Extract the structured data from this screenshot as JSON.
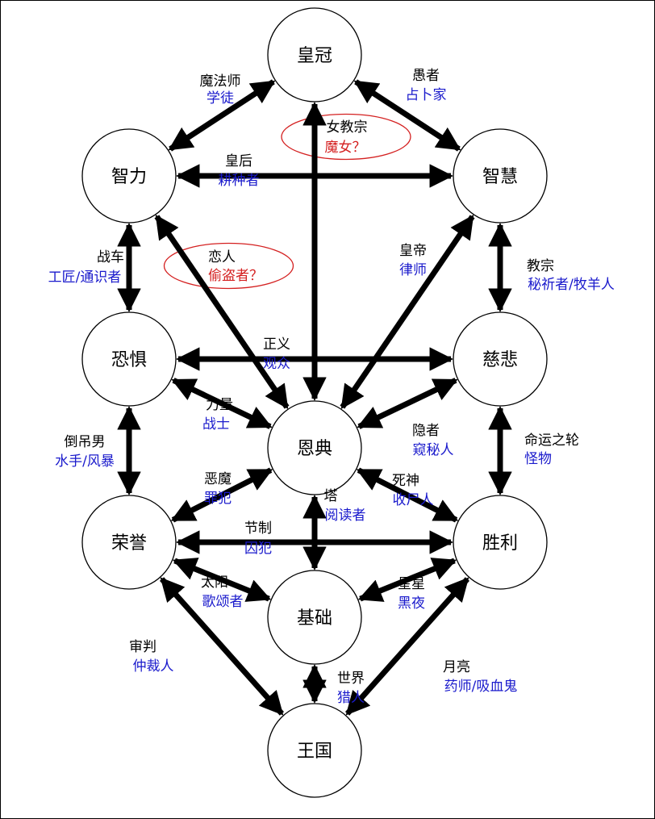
{
  "colors": {
    "edge": "#000000",
    "subtitle": "#1a1acc",
    "highlight": "#d42020"
  },
  "nodes": [
    {
      "id": "crown",
      "label": "皇冠"
    },
    {
      "id": "intellect",
      "label": "智力"
    },
    {
      "id": "wisdom",
      "label": "智慧"
    },
    {
      "id": "fear",
      "label": "恐惧"
    },
    {
      "id": "mercy",
      "label": "慈悲"
    },
    {
      "id": "grace",
      "label": "恩典"
    },
    {
      "id": "honor",
      "label": "荣誉"
    },
    {
      "id": "victory",
      "label": "胜利"
    },
    {
      "id": "foundation",
      "label": "基础"
    },
    {
      "id": "kingdom",
      "label": "王国"
    }
  ],
  "edges": [
    {
      "from": "crown",
      "to": "intellect",
      "name": "魔法师",
      "role": "学徒"
    },
    {
      "from": "crown",
      "to": "wisdom",
      "name": "愚者",
      "role": "占卜家"
    },
    {
      "from": "crown",
      "to": "grace",
      "name": "女教宗",
      "role": "魔女？",
      "highlighted": true
    },
    {
      "from": "intellect",
      "to": "wisdom",
      "name": "皇后",
      "role": "耕种者"
    },
    {
      "from": "intellect",
      "to": "fear",
      "name": "战车",
      "role": "工匠/通识者"
    },
    {
      "from": "intellect",
      "to": "grace",
      "name": "恋人",
      "role": "偷盗者？",
      "highlighted": true
    },
    {
      "from": "wisdom",
      "to": "grace",
      "name": "皇帝",
      "role": "律师"
    },
    {
      "from": "wisdom",
      "to": "mercy",
      "name": "教宗",
      "role": "秘祈者/牧羊人"
    },
    {
      "from": "fear",
      "to": "mercy",
      "name": "正义",
      "role": "观众"
    },
    {
      "from": "fear",
      "to": "grace",
      "name": "力量",
      "role": "战士"
    },
    {
      "from": "mercy",
      "to": "grace",
      "name": "隐者",
      "role": "窥秘人"
    },
    {
      "from": "fear",
      "to": "honor",
      "name": "倒吊男",
      "role": "水手/风暴"
    },
    {
      "from": "mercy",
      "to": "victory",
      "name": "命运之轮",
      "role": "怪物"
    },
    {
      "from": "honor",
      "to": "grace",
      "name": "恶魔",
      "role": "罪犯"
    },
    {
      "from": "victory",
      "to": "grace",
      "name": "死神",
      "role": "收尸人"
    },
    {
      "from": "grace",
      "to": "foundation",
      "name": "塔",
      "role": "阅读者"
    },
    {
      "from": "honor",
      "to": "victory",
      "name": "节制",
      "role": "囚犯"
    },
    {
      "from": "honor",
      "to": "foundation",
      "name": "太阳",
      "role": "歌颂者"
    },
    {
      "from": "victory",
      "to": "foundation",
      "name": "星星",
      "role": "黑夜"
    },
    {
      "from": "honor",
      "to": "kingdom",
      "name": "审判",
      "role": "仲裁人"
    },
    {
      "from": "foundation",
      "to": "kingdom",
      "name": "世界",
      "role": "猎人"
    },
    {
      "from": "victory",
      "to": "kingdom",
      "name": "月亮",
      "role": "药师/吸血鬼"
    }
  ]
}
